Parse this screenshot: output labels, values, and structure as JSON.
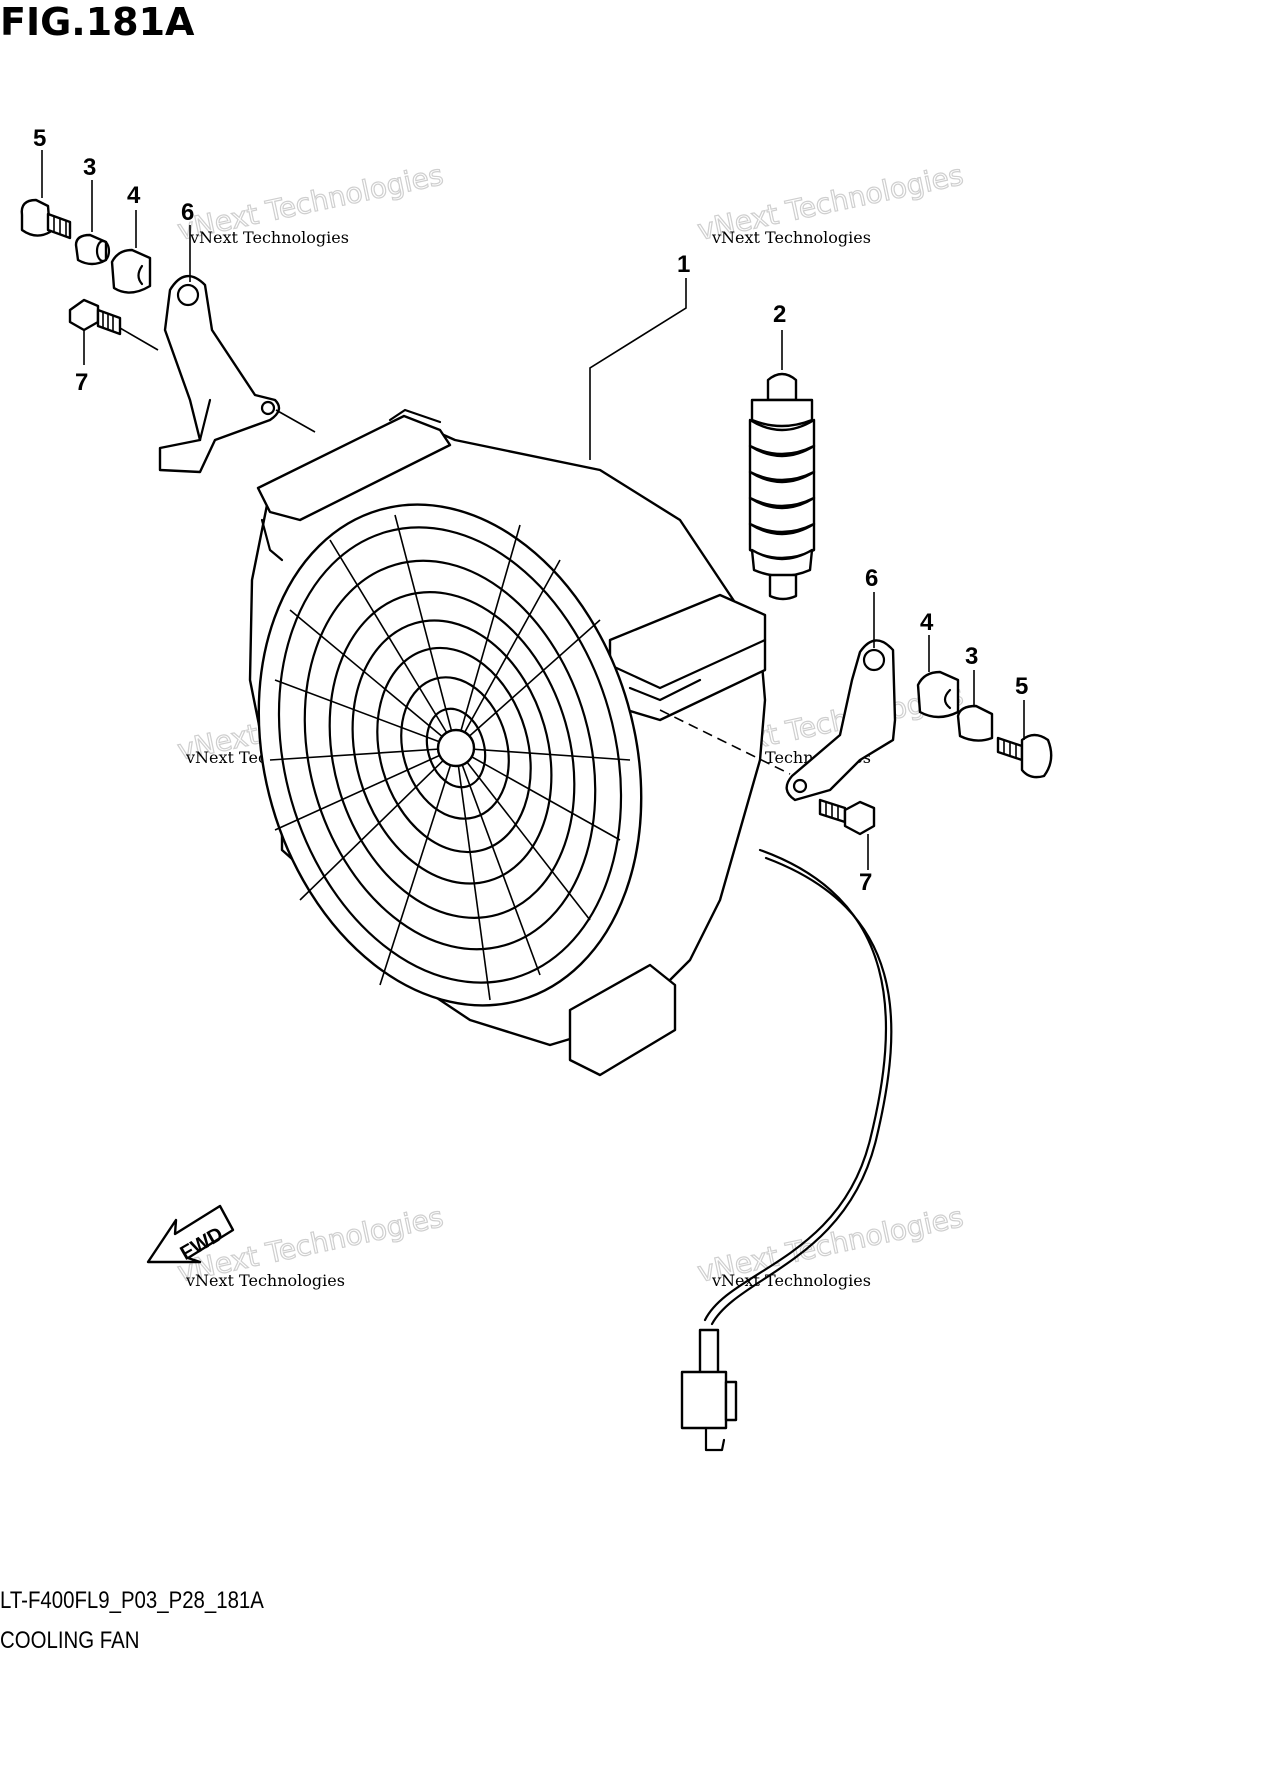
{
  "figure": {
    "title": "FIG.181A",
    "code": "LT-F400FL9_P03_P28_181A",
    "name": "COOLING FAN"
  },
  "callouts": {
    "c1": "1",
    "c2": "2",
    "c3_left": "3",
    "c4_left": "4",
    "c5_left": "5",
    "c6_left": "6",
    "c7_left": "7",
    "c3_right": "3",
    "c4_right": "4",
    "c5_right": "5",
    "c6_right": "6",
    "c7_right": "7"
  },
  "fwd_label": "FWD",
  "watermark": {
    "line1": "vNext Technologies",
    "line2": "vNext Technologies"
  }
}
